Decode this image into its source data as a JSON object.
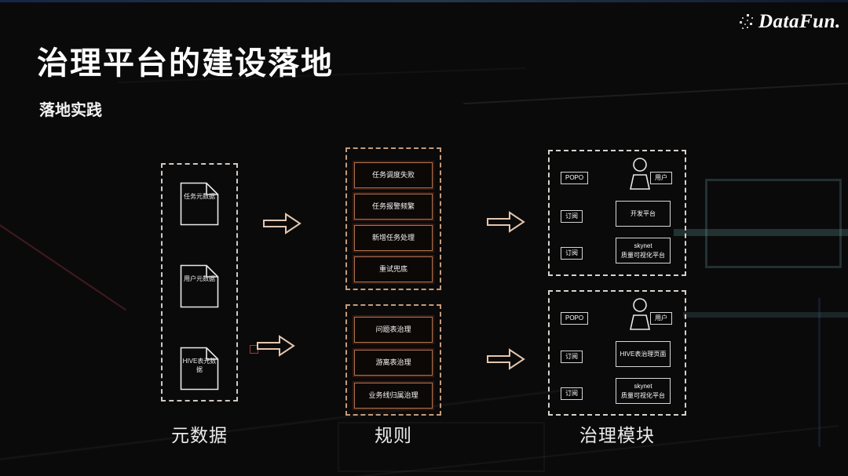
{
  "slide": {
    "title": "治理平台的建设落地",
    "subtitle": "落地实践",
    "logo_text": "DataFun."
  },
  "metadata_column": {
    "label": "元数据",
    "docs": [
      "任务元数据",
      "用户元数据",
      "HIVE表元数据"
    ]
  },
  "rules_column": {
    "label": "规则",
    "task_rules": [
      "任务调度失败",
      "任务报警频繁",
      "新增任务处理",
      "重试兜底"
    ],
    "table_rules": [
      "问题表治理",
      "游离表治理",
      "业务线归属治理"
    ]
  },
  "governance_column": {
    "label": "治理模块",
    "panels": [
      {
        "popo": "POPO",
        "user": "用户",
        "sub1": "订阅",
        "sub2": "订阅",
        "target1": "开发平台",
        "target2_line1": "skynet",
        "target2_line2": "质量可视化平台"
      },
      {
        "popo": "POPO",
        "user": "用户",
        "sub1": "订阅",
        "sub2": "订阅",
        "target1": "HIVE表治理页面",
        "target2_line1": "skynet",
        "target2_line2": "质量可视化平台"
      }
    ]
  },
  "colors": {
    "background": "#0b0a0a",
    "accent_copper": "#aa7352",
    "arrow": "#e3c6ae",
    "dash_light": "#d6d2cc",
    "dash_warm": "#c59b7a"
  }
}
